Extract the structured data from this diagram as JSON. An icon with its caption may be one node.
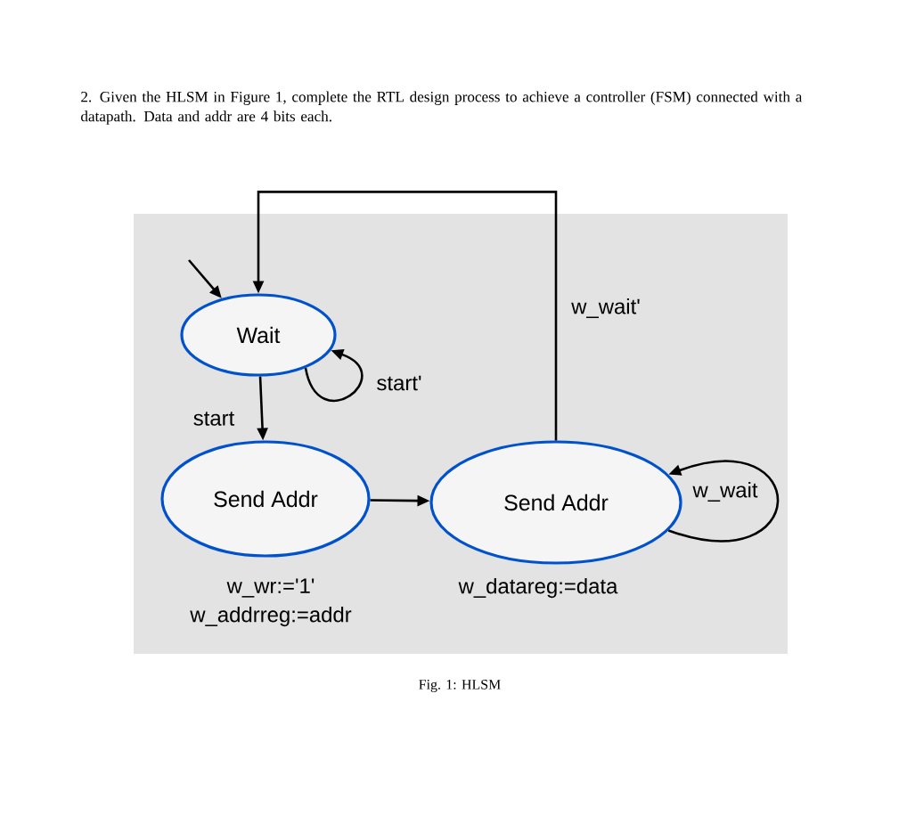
{
  "diagram": {
    "caption": "Fig. 1: HLSM",
    "nodes": [
      {
        "text": [
          "Wait"
        ]
      },
      {
        "text": [
          "Send Addr"
        ],
        "beside": [
          "w_wr:='1'",
          "w_addrreg:=addr"
        ]
      },
      {
        "text": [
          "Send Addr"
        ],
        "beside": [
          "w_datareg:=data"
        ]
      }
    ],
    "edges": [
      {
        "from": null,
        "to": 0,
        "arrow": "to"
      },
      {
        "from": 0,
        "to": 0,
        "arrow": "to",
        "label": "start'"
      },
      {
        "from": 0,
        "to": 1,
        "arrow": "to",
        "label": "start"
      },
      {
        "from": 1,
        "to": 2,
        "arrow": "to"
      },
      {
        "from": 2,
        "to": 2,
        "arrow": "to",
        "label": "w_wait"
      },
      {
        "from": 2,
        "to": 0,
        "arrow": "to",
        "label": "w_wait'"
      }
    ],
    "labels": [
      "2. Given the HLSM in Figure 1, complete the RTL design process to achieve a controller (FSM) connected with a datapath. Data and addr are 4 bits each."
    ]
  }
}
